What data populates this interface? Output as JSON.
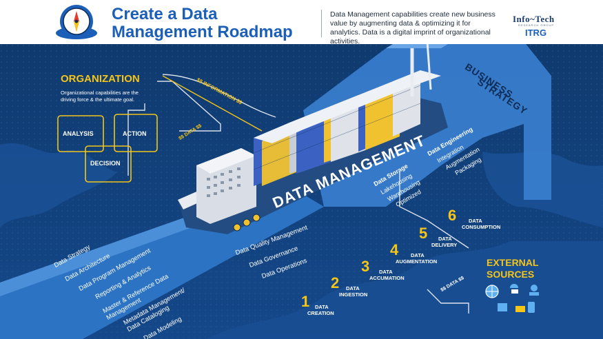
{
  "header": {
    "title_line1": "Create a Data",
    "title_line2": "Management Roadmap",
    "description": "Data Management capabilities create new business value by augmenting data & optimizing it for analytics. Data is a digital imprint of organizational activities.",
    "brand_primary": "Info~Tech",
    "brand_primary_sub": "RESEARCH GROUP",
    "brand_secondary": "ITRG"
  },
  "organization": {
    "title": "ORGANIZATION",
    "description": "Organizational capabilities are the driving force & the ultimate goal.",
    "boxes": {
      "analysis": "ANALYSIS",
      "action": "ACTION",
      "decision": "DECISION"
    }
  },
  "flows": {
    "information": "$$ INFORMATION $$",
    "data_top": "$$ DATA $$",
    "data_bottom": "$$ DATA $$"
  },
  "business_strategy": {
    "line1": "BUSINESS",
    "line2": "STRATEGY"
  },
  "ship": {
    "title": "DATA MANAGEMENT",
    "hull_items": [
      "Data Quality Management",
      "Data Governance",
      "Data Operations"
    ]
  },
  "storage": {
    "title": "Data Storage",
    "items": [
      "Lakehousing",
      "Warehousing",
      "Optimized"
    ]
  },
  "engineering": {
    "title": "Data Engineering",
    "items": [
      "Integration",
      "Augmentation",
      "Packaging"
    ]
  },
  "dock_items": [
    "Data Strategy",
    "Data Architecture",
    "Data Program Management",
    "Reporting & Analytics",
    "Master & Reference Data Management",
    "Metadata Management/ Data Cataloging",
    "Data Modeling"
  ],
  "steps": [
    {
      "num": "1",
      "label1": "DATA",
      "label2": "CREATION"
    },
    {
      "num": "2",
      "label1": "DATA",
      "label2": "INGESTION"
    },
    {
      "num": "3",
      "label1": "DATA",
      "label2": "ACCUMATION"
    },
    {
      "num": "4",
      "label1": "DATA",
      "label2": "AUGMENTATION"
    },
    {
      "num": "5",
      "label1": "DATA",
      "label2": "DELIVERY"
    },
    {
      "num": "6",
      "label1": "DATA",
      "label2": "CONSUMPTION"
    }
  ],
  "external": {
    "title": "EXTERNAL SOURCES"
  },
  "colors": {
    "navy": "#0f3a6e",
    "accent_yellow": "#f5c518",
    "brand_blue": "#1c5fb8",
    "water": "#1e5aa0"
  }
}
